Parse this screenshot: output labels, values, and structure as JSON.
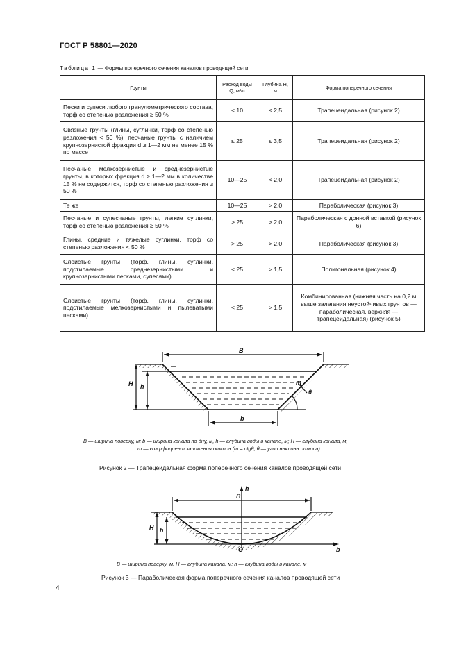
{
  "header": {
    "standard": "ГОСТ Р 58801—2020"
  },
  "table": {
    "caption_prefix": "Таблица 1",
    "caption_text": " — Формы поперечного сечения каналов проводящей сети",
    "headers": [
      "Грунты",
      "Расход воды Q, м³/с",
      "Глубина H, м",
      "Форма поперечного сечения"
    ],
    "rows": [
      [
        "Пески и супеси любого гранулометрического состава, торф со степенью разложения ≥ 50 %",
        "< 10",
        "≤ 2,5",
        "Трапецеидальная (рисунок 2)"
      ],
      [
        "Связные грунты (глины, суглинки, торф со степенью разложения < 50 %), песчаные грунты с наличием крупнозернистой фракции d ≥ 1—2 мм не менее 15 % по массе",
        "≤ 25",
        "≤ 3,5",
        "Трапецеидальная (рисунок 2)"
      ],
      [
        "Песчаные мелкозернистые и среднезернистые грунты, в которых фракция d ≥ 1—2 мм в количестве 15 % не содержится, торф со степенью разложения ≥ 50 %",
        "10—25",
        "< 2,0",
        "Трапецеидальная (рисунок 2)"
      ],
      [
        "Те же",
        "10—25",
        "> 2,0",
        "Параболическая (рисунок 3)"
      ],
      [
        "Песчаные и супесчаные грунты, легкие суглинки, торф со степенью разложения ≥ 50 %",
        "> 25",
        "> 2,0",
        "Параболическая с донной вставкой (рисунок 6)"
      ],
      [
        "Глины, средние и тяжелые суглинки, торф со степенью разложения < 50 %",
        "> 25",
        "> 2,0",
        "Параболическая (рисунок 3)"
      ],
      [
        "Слоистые грунты (торф, глины, суглинки, подстилаемые среднезернистыми и крупнозернистыми песками, супесями)",
        "< 25",
        "> 1,5",
        "Полигональная (рисунок 4)"
      ],
      [
        "Слоистые грунты (торф, глины, суглинки, подстилаемые мелкозернистыми и пылеватыми песками)",
        "< 25",
        "> 1,5",
        "Комбинированная (нижняя часть на 0,2 м выше залегания неустойчивых грунтов — параболическая, верхняя — трапецеидальная) (рисунок 5)"
      ]
    ]
  },
  "figure2": {
    "labels": {
      "B": "B",
      "H": "H",
      "h": "h",
      "b": "b",
      "m": "m",
      "theta": "θ"
    },
    "legend_line1": "B — ширина поверху, м; b — ширина канала по дну, м, h — глубина воды в канале, м; H — глубина канала, м,",
    "legend_line2": "m — коэффициент заложения откоса (m = ctgθ, θ — угол наклона откоса)",
    "caption": "Рисунок 2 — Трапецеидальная форма поперечного сечения каналов проводящей сети"
  },
  "figure3": {
    "labels": {
      "B": "B",
      "H": "H",
      "h": "h",
      "h_axis": "h",
      "b_axis": "b",
      "O": "O"
    },
    "legend": "B — ширина поверху, м, H — глубина канала, м; h — глубина воды в канале, м",
    "caption": "Рисунок 3 — Параболическая форма поперечного сечения каналов проводящей сети"
  },
  "page_number": "4"
}
